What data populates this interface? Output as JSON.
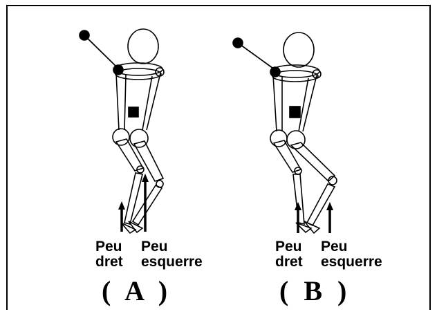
{
  "panels": [
    {
      "id": "A",
      "label": "( A )",
      "right_foot_label": "Peu\ndret",
      "left_foot_label": "Peu\nesquerre"
    },
    {
      "id": "B",
      "label": "( B )",
      "right_foot_label": "Peu\ndret",
      "left_foot_label": "Peu\nesquerre"
    }
  ],
  "colors": {
    "ink": "#000000",
    "background": "#ffffff"
  }
}
